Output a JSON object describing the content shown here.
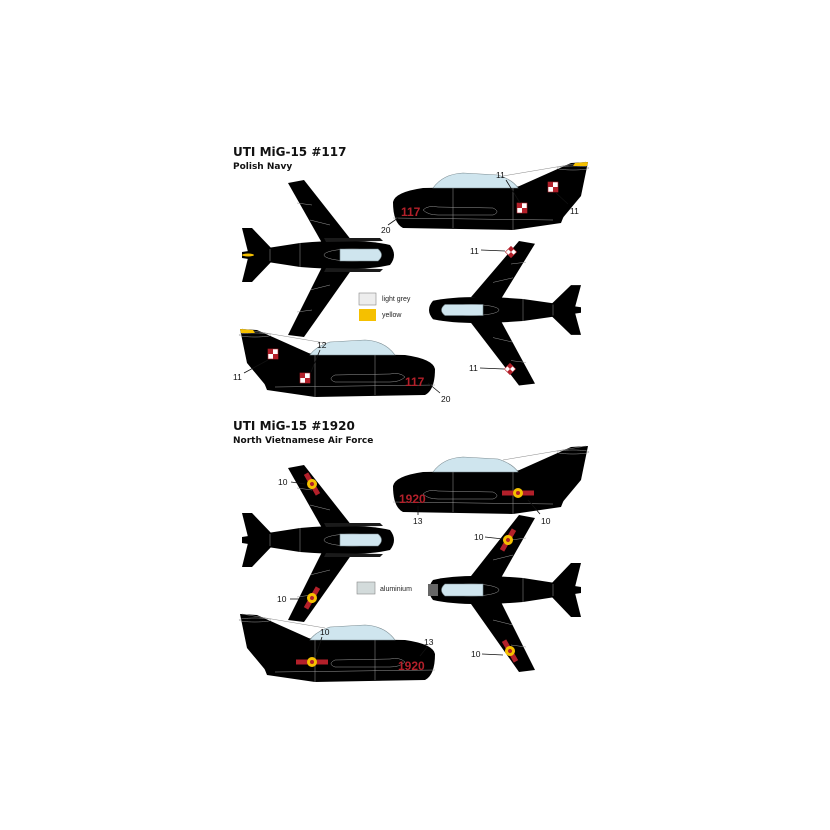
{
  "colors": {
    "red": "#b3202a",
    "yellow": "#f5c000",
    "light_grey": "#ededed",
    "aluminium": "#d3dbdb"
  },
  "sections": [
    {
      "title": "UTI MiG-15 #117",
      "subtitle": "Polish Navy",
      "serial": "117",
      "legend": [
        {
          "label": "light grey",
          "color": "#ededed"
        },
        {
          "label": "yellow",
          "color": "#f5c000"
        }
      ],
      "callouts": {
        "a": "11",
        "b": "11",
        "c": "20",
        "d": "11",
        "e": "11",
        "f": "12",
        "g": "11",
        "h": "20"
      }
    },
    {
      "title": "UTI MiG-15 #1920",
      "subtitle": "North Vietnamese Air Force",
      "serial": "1920",
      "legend": [
        {
          "label": "aluminium",
          "color": "#d3dbdb"
        }
      ],
      "callouts": {
        "a": "10",
        "b": "10",
        "c": "13",
        "d": "10",
        "e": "10",
        "f": "10",
        "g": "10",
        "h": "13"
      }
    }
  ]
}
